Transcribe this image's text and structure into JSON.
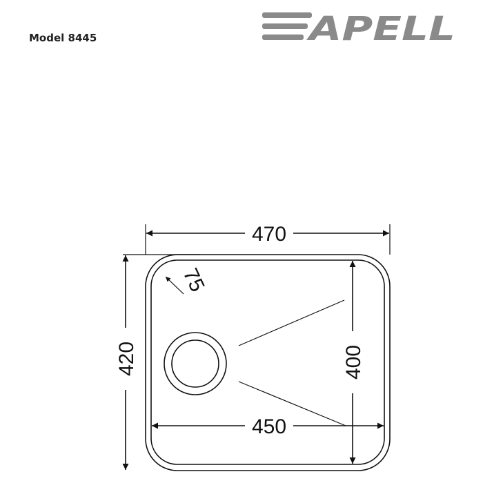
{
  "header": {
    "model": "Model 8445",
    "brand_logo": "APELL",
    "logo_color": "#8a8a8a"
  },
  "drawing": {
    "dimensions": {
      "outer_width": "470",
      "outer_height": "420",
      "inner_width": "450",
      "inner_height": "400",
      "corner_radius": "75"
    },
    "line_color": "#111111"
  }
}
